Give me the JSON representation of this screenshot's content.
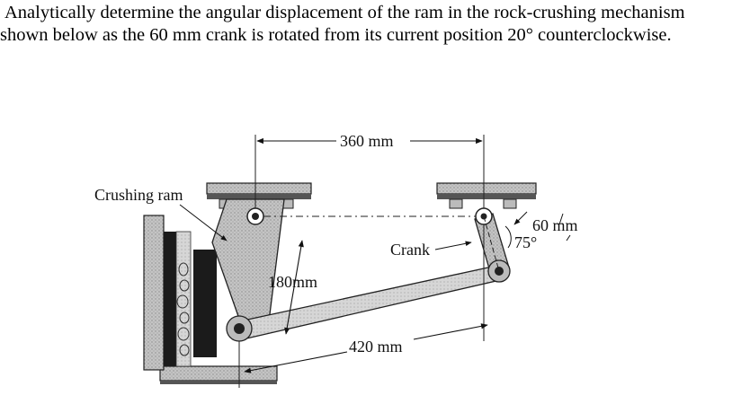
{
  "problem": {
    "line1": "Analytically determine the angular displacement of the ram in the rock-crushing mechanism",
    "line2": "shown below as the 60 mm crank is rotated from its current position 20° counterclockwise."
  },
  "figure": {
    "dim_top": "360 mm",
    "dim_bottom": "420 mm",
    "dim_ram": "180mm",
    "dim_crank": "60 mm",
    "angle": "75°",
    "label_ram": "Crushing ram",
    "label_crank": "Crank"
  }
}
